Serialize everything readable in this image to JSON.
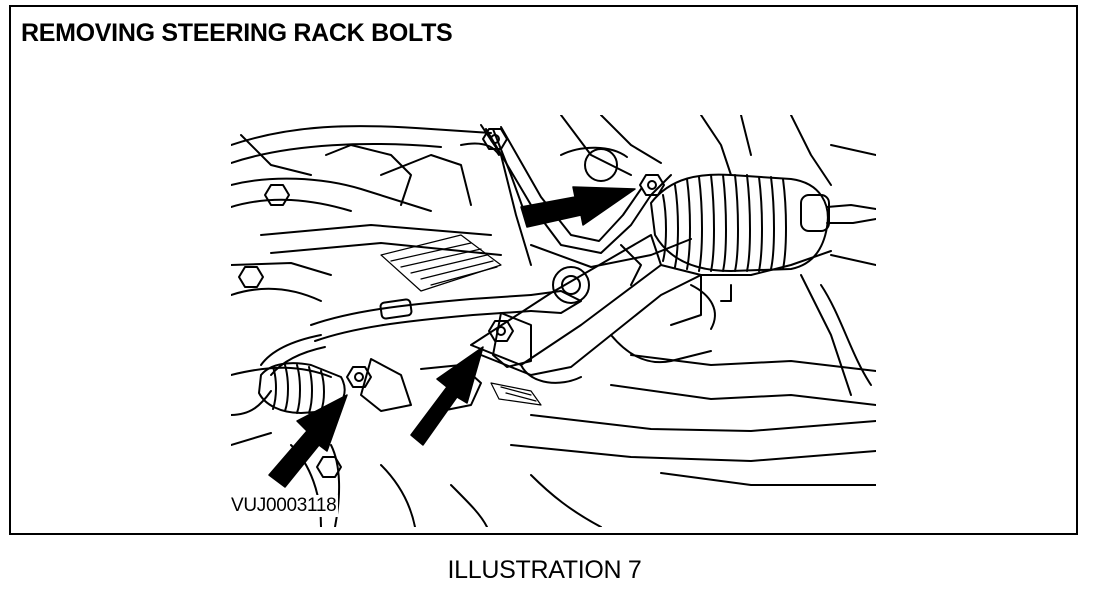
{
  "title": "REMOVING STEERING RACK BOLTS",
  "figure_code": "VUJ0003118",
  "caption": "ILLUSTRATION 7",
  "colors": {
    "ink": "#000000",
    "paper": "#ffffff"
  },
  "icons": [
    "arrow-icon"
  ]
}
